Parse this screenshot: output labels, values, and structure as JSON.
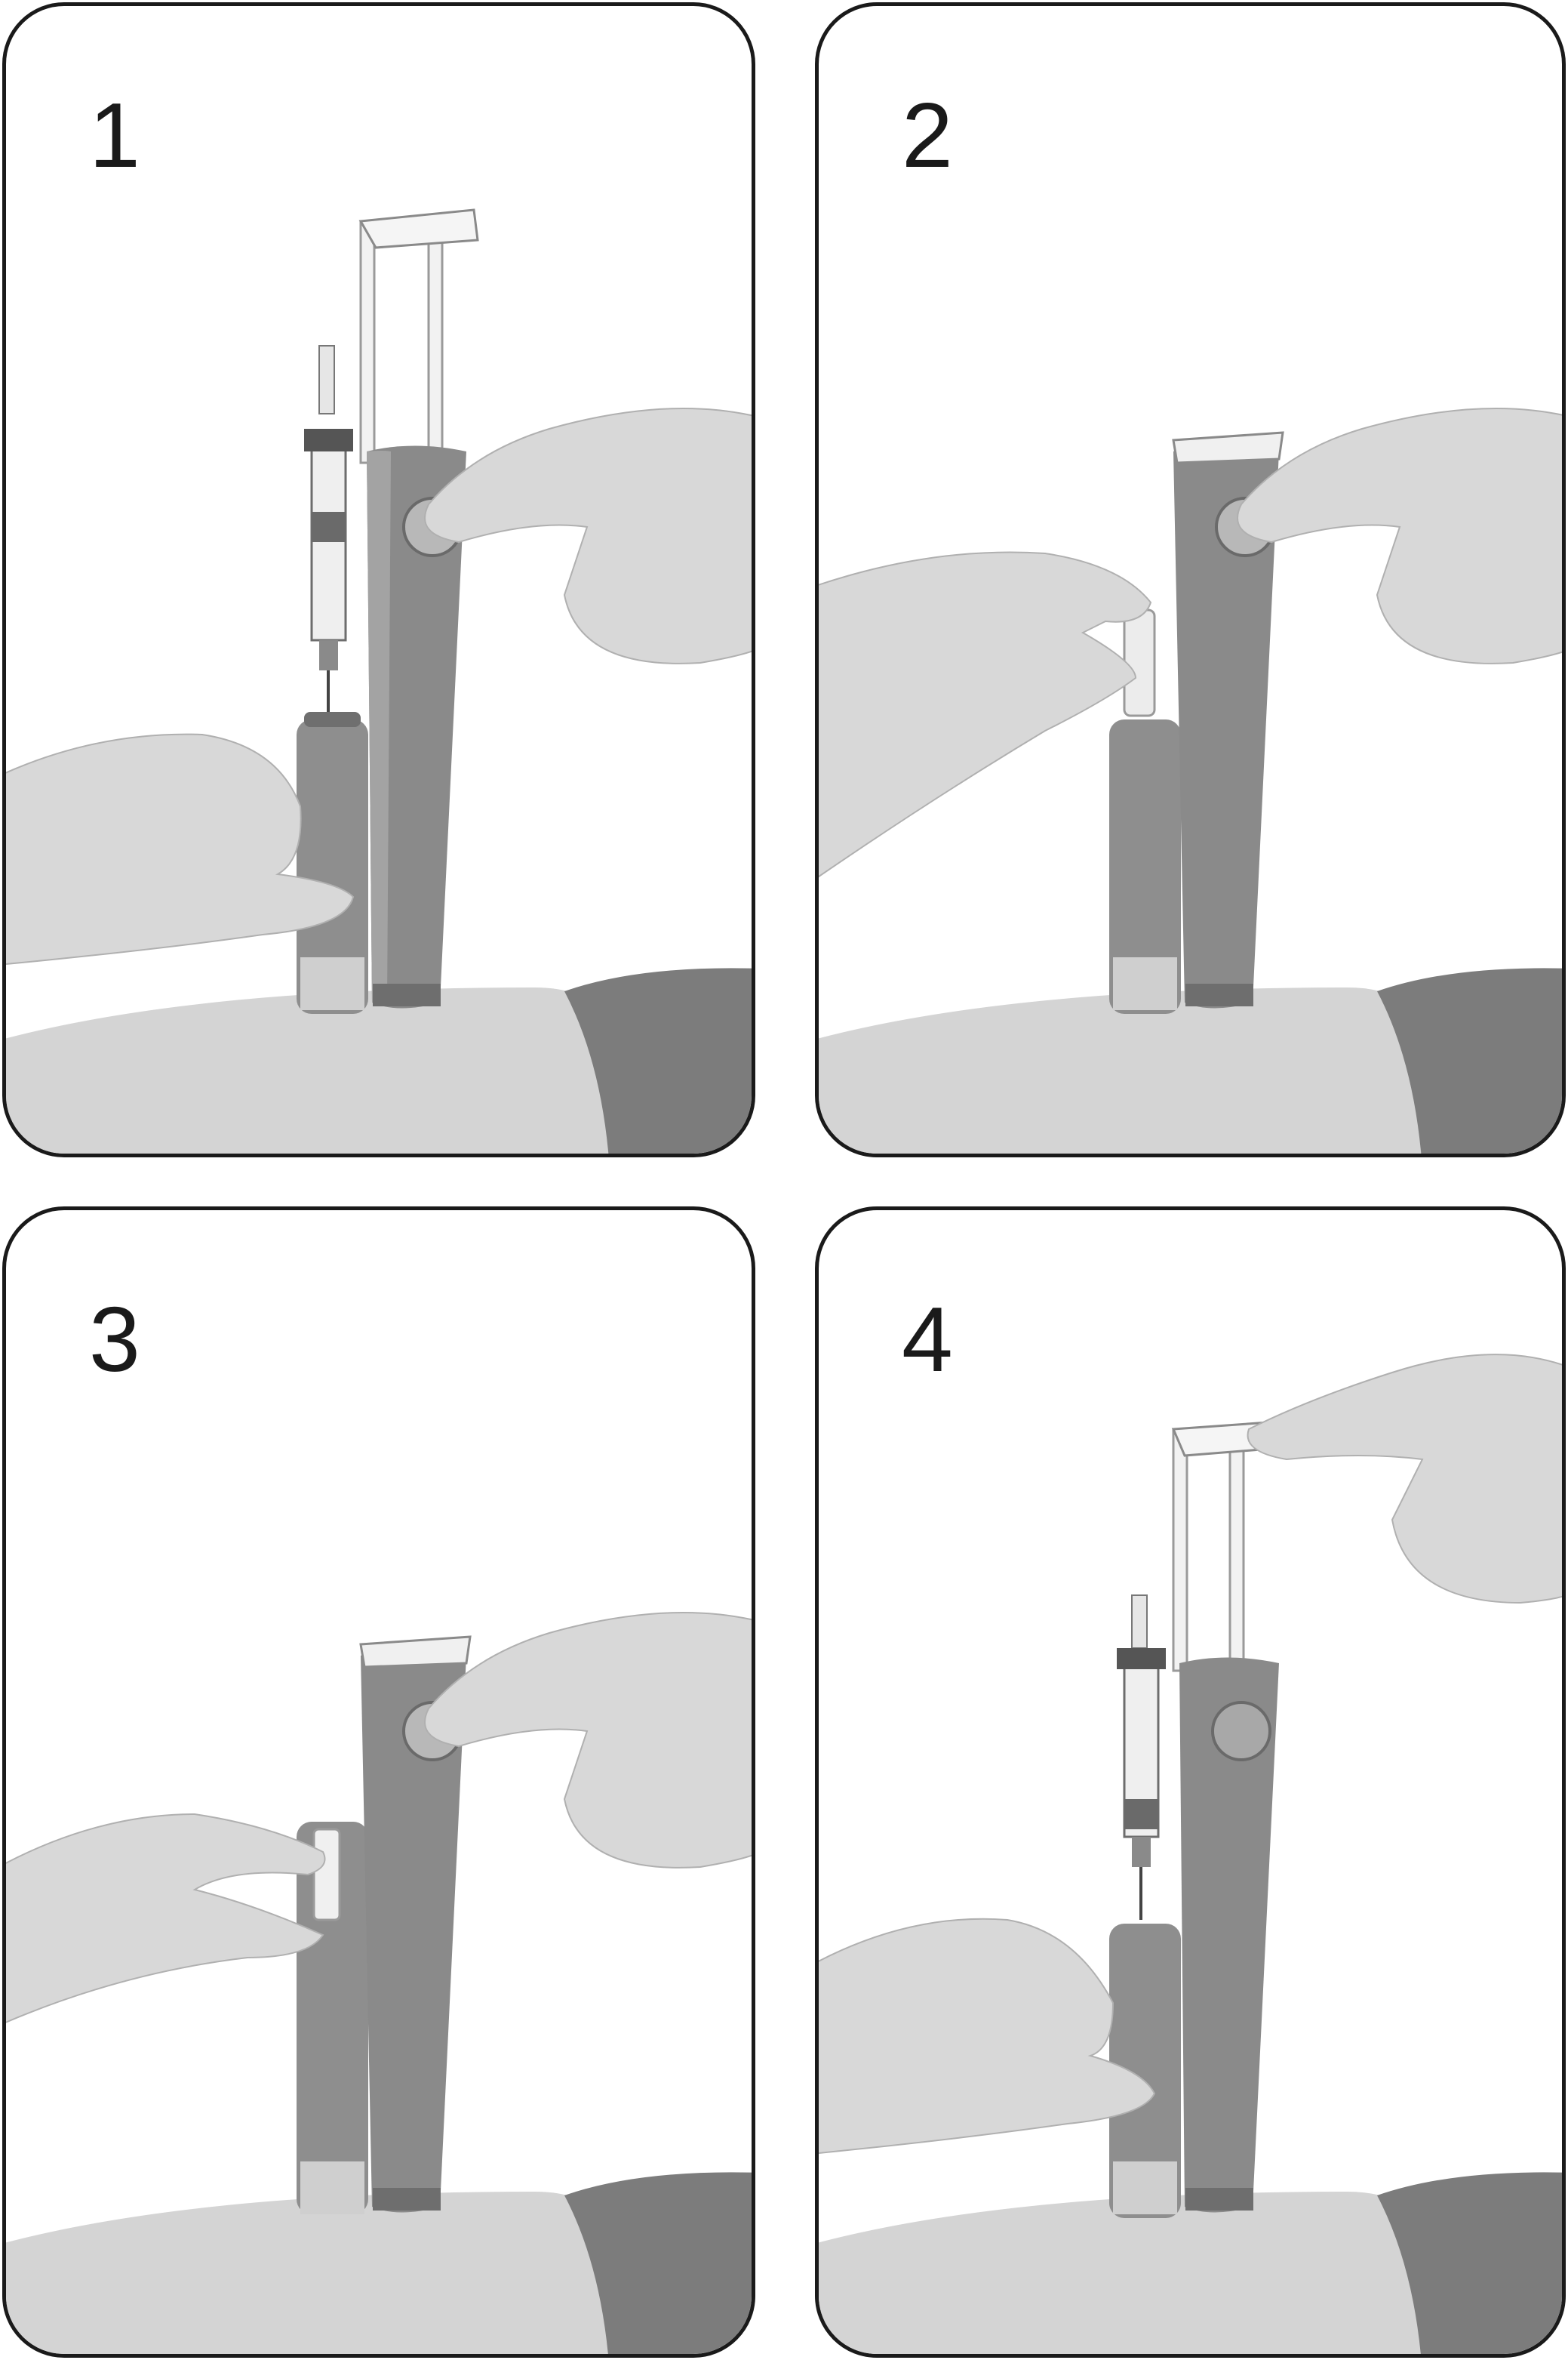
{
  "panels": [
    {
      "number": "1",
      "finger_on_button": true,
      "syringe_attached": true,
      "left_hand": "holding-cartridge",
      "right_hand": "pressing-button"
    },
    {
      "number": "2",
      "finger_on_button": true,
      "syringe_attached": false,
      "left_hand": "removing-cap",
      "right_hand": "pressing-button"
    },
    {
      "number": "3",
      "finger_on_button": true,
      "syringe_attached": false,
      "left_hand": "inserting-vial",
      "right_hand": "pressing-button"
    },
    {
      "number": "4",
      "finger_on_button": false,
      "syringe_attached": true,
      "left_hand": "holding-cartridge",
      "right_hand": "pulling-plunger"
    }
  ],
  "colors": {
    "device_body": "#8a8a8a",
    "device_shadow": "#6e6e6e",
    "skin": "#d6d6d6",
    "skin_shadow": "#b5b5b5",
    "sleeve": "#7a7a7a",
    "outline": "#1a1a1a"
  }
}
